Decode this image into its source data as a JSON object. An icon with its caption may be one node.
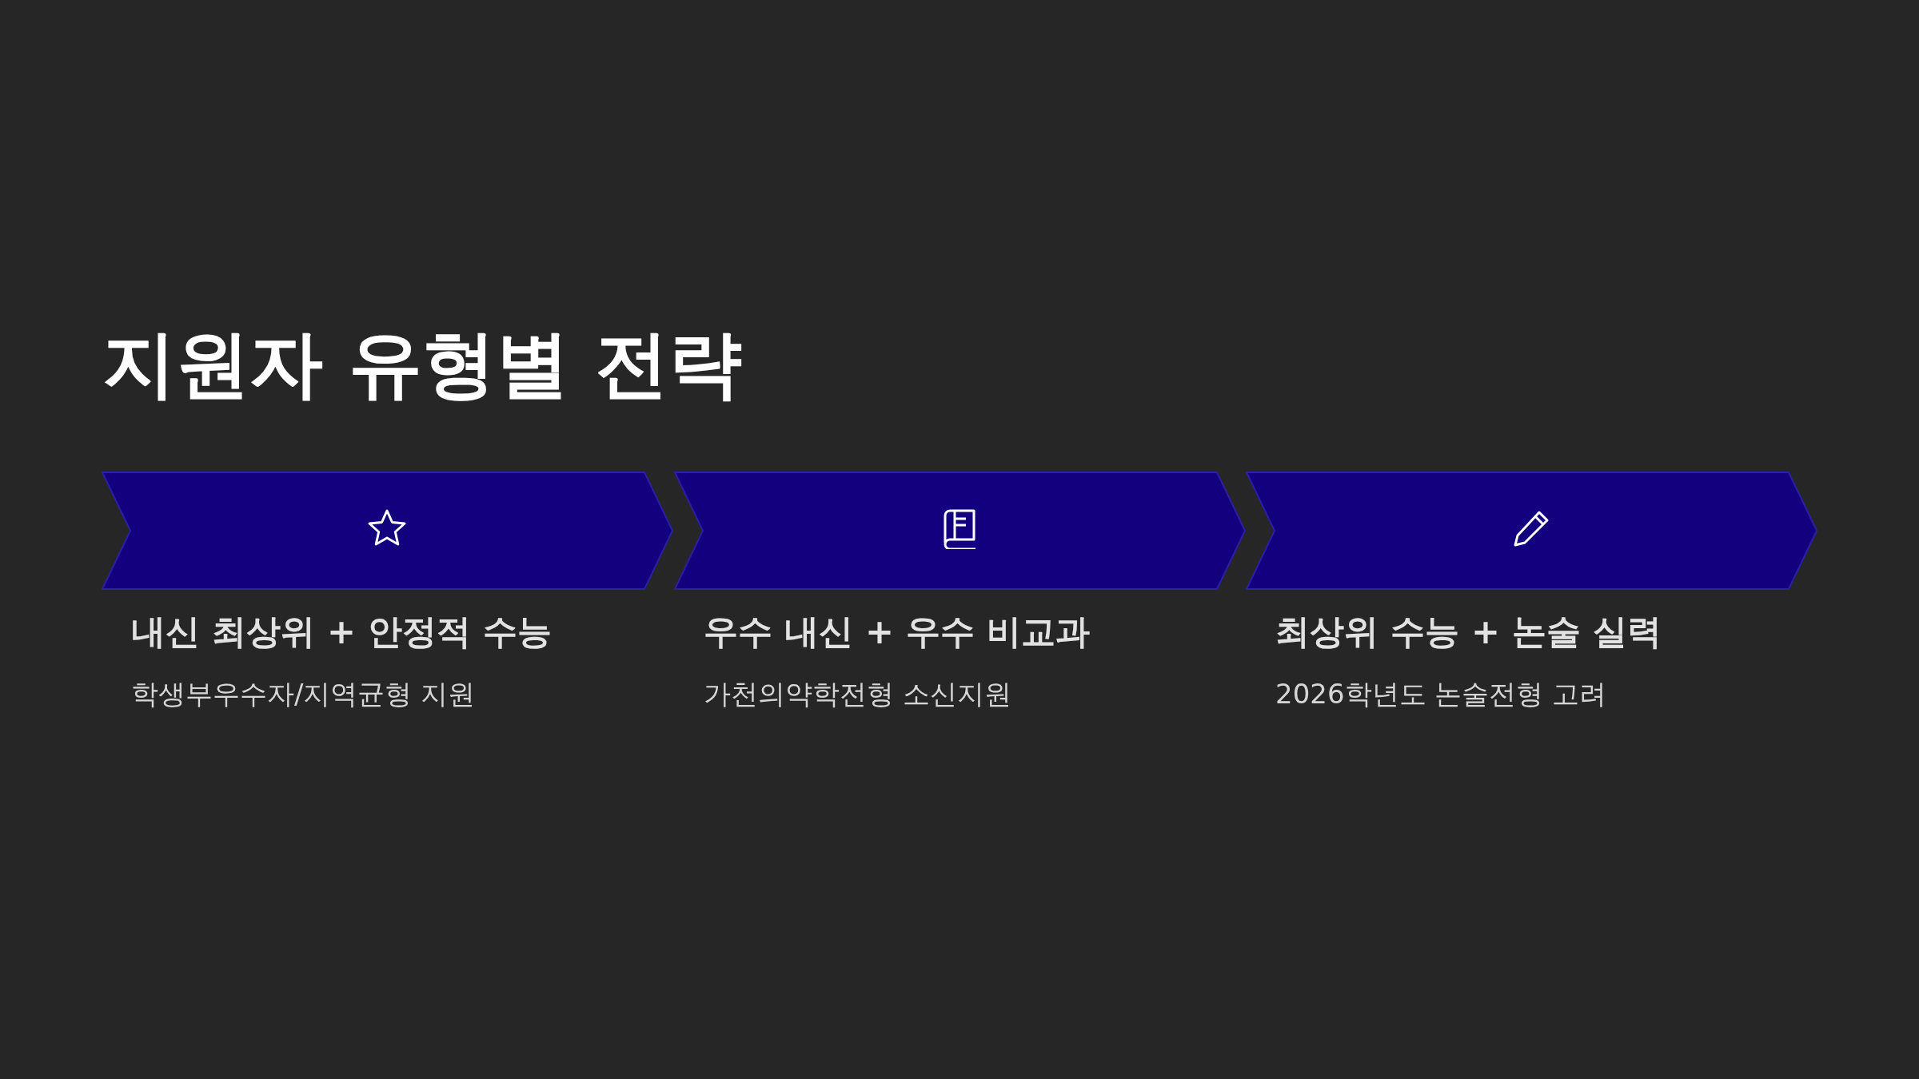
{
  "diagram": {
    "title": "지원자 유형별 전략",
    "nodes": [
      {
        "text": [
          "내신 최상위 + 안정적 수능",
          "학생부우수자/지역균형 지원"
        ]
      },
      {
        "text": [
          "우수 내신 + 우수 비교과",
          "가천의약학전형 소신지원"
        ]
      },
      {
        "text": [
          "최상위 수능 + 논술 실력",
          "2026학년도 논술전형 고려"
        ]
      }
    ]
  }
}
